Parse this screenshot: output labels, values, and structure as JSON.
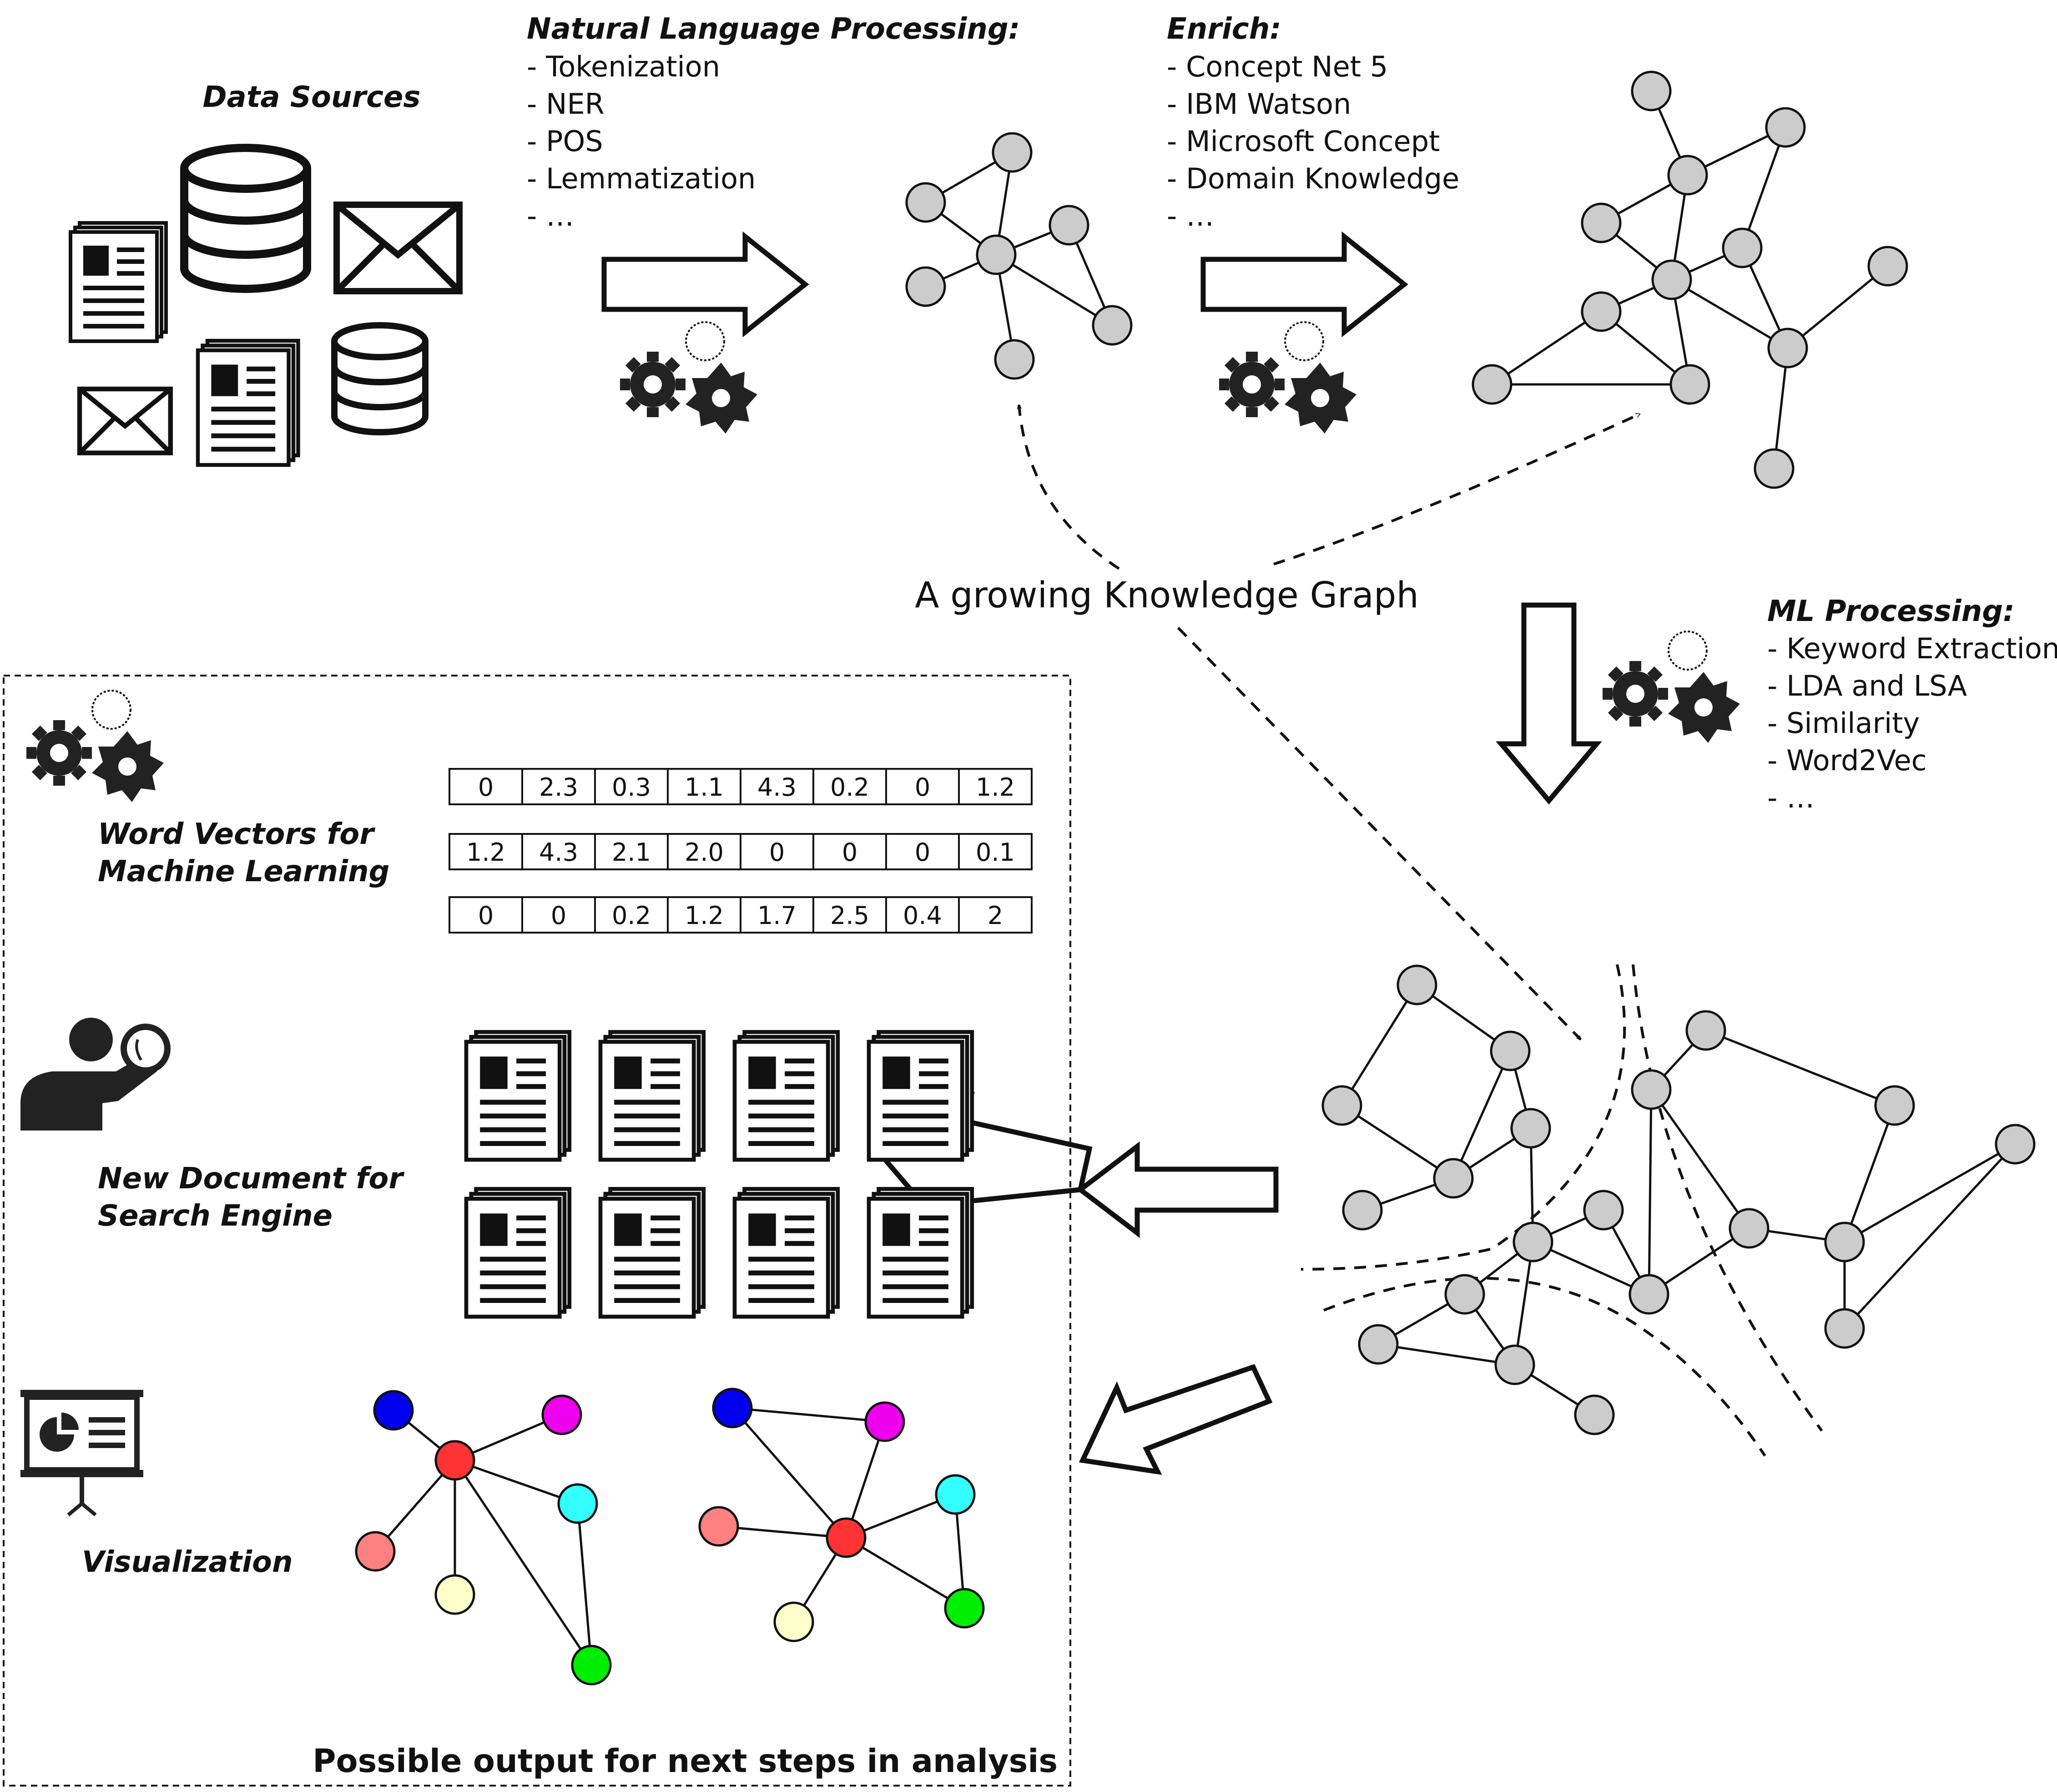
{
  "data_sources": {
    "title": "Data Sources"
  },
  "nlp": {
    "title": "Natural Language Processing:",
    "items": [
      "- Tokenization",
      "- NER",
      "- POS",
      "- Lemmatization",
      "- …"
    ]
  },
  "enrich": {
    "title": "Enrich:",
    "items": [
      "- Concept Net 5",
      "- IBM Watson",
      "- Microsoft Concept",
      "- Domain Knowledge",
      "- …"
    ]
  },
  "ml": {
    "title": "ML Processing:",
    "items": [
      "- Keyword Extraction",
      "- LDA and LSA",
      "- Similarity",
      "- Word2Vec",
      "- …"
    ]
  },
  "caption": "A growing Knowledge Graph",
  "outputs": {
    "footer": "Possible output for next steps in analysis",
    "word_vectors": {
      "label_line1": "Word Vectors for",
      "label_line2": "Machine Learning",
      "rows": [
        [
          "0",
          "2.3",
          "0.3",
          "1.1",
          "4.3",
          "0.2",
          "0",
          "1.2"
        ],
        [
          "1.2",
          "4.3",
          "2.1",
          "2.0",
          "0",
          "0",
          "0",
          "0.1"
        ],
        [
          "0",
          "0",
          "0.2",
          "1.2",
          "1.7",
          "2.5",
          "0.4",
          "2"
        ]
      ]
    },
    "documents": {
      "label_line1": "New Document for",
      "label_line2": "Search Engine"
    },
    "visualization": {
      "label": "Visualization"
    }
  },
  "colors": {
    "node_gray": "#cccccc",
    "blue": "#0000ee",
    "magenta": "#ee00ee",
    "red": "#ff3333",
    "cyan": "#33ffff",
    "salmon": "#ff8080",
    "light_yellow": "#ffffcc",
    "green": "#00ee00"
  },
  "icons": [
    "document-icon",
    "database-icon",
    "envelope-icon",
    "gears-icon",
    "person-search-icon",
    "presentation-icon",
    "arrow-right-icon",
    "arrow-down-icon",
    "arrow-left-icon"
  ]
}
